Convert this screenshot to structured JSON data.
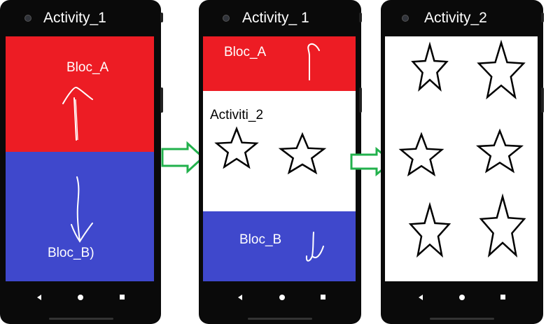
{
  "screens": [
    {
      "title": "Activity_1",
      "block_a": {
        "label": "Bloc_A",
        "color": "#ed1c24"
      },
      "block_b": {
        "label": "Bloc_B)",
        "color": "#3f48cc"
      }
    },
    {
      "title": "Activity_ 1",
      "block_a": {
        "label": "Bloc_A",
        "color": "#ed1c24"
      },
      "middle_label": "Activiti_2",
      "block_b": {
        "label": "Bloc_B",
        "color": "#3f48cc"
      }
    },
    {
      "title": "Activity_2"
    }
  ],
  "arrow_color": "#22b14c",
  "icons": [
    "camera-icon",
    "star-icon",
    "up-arrow-icon",
    "down-arrow-icon",
    "back-icon",
    "home-icon",
    "recent-apps-icon",
    "transition-arrow-icon"
  ]
}
